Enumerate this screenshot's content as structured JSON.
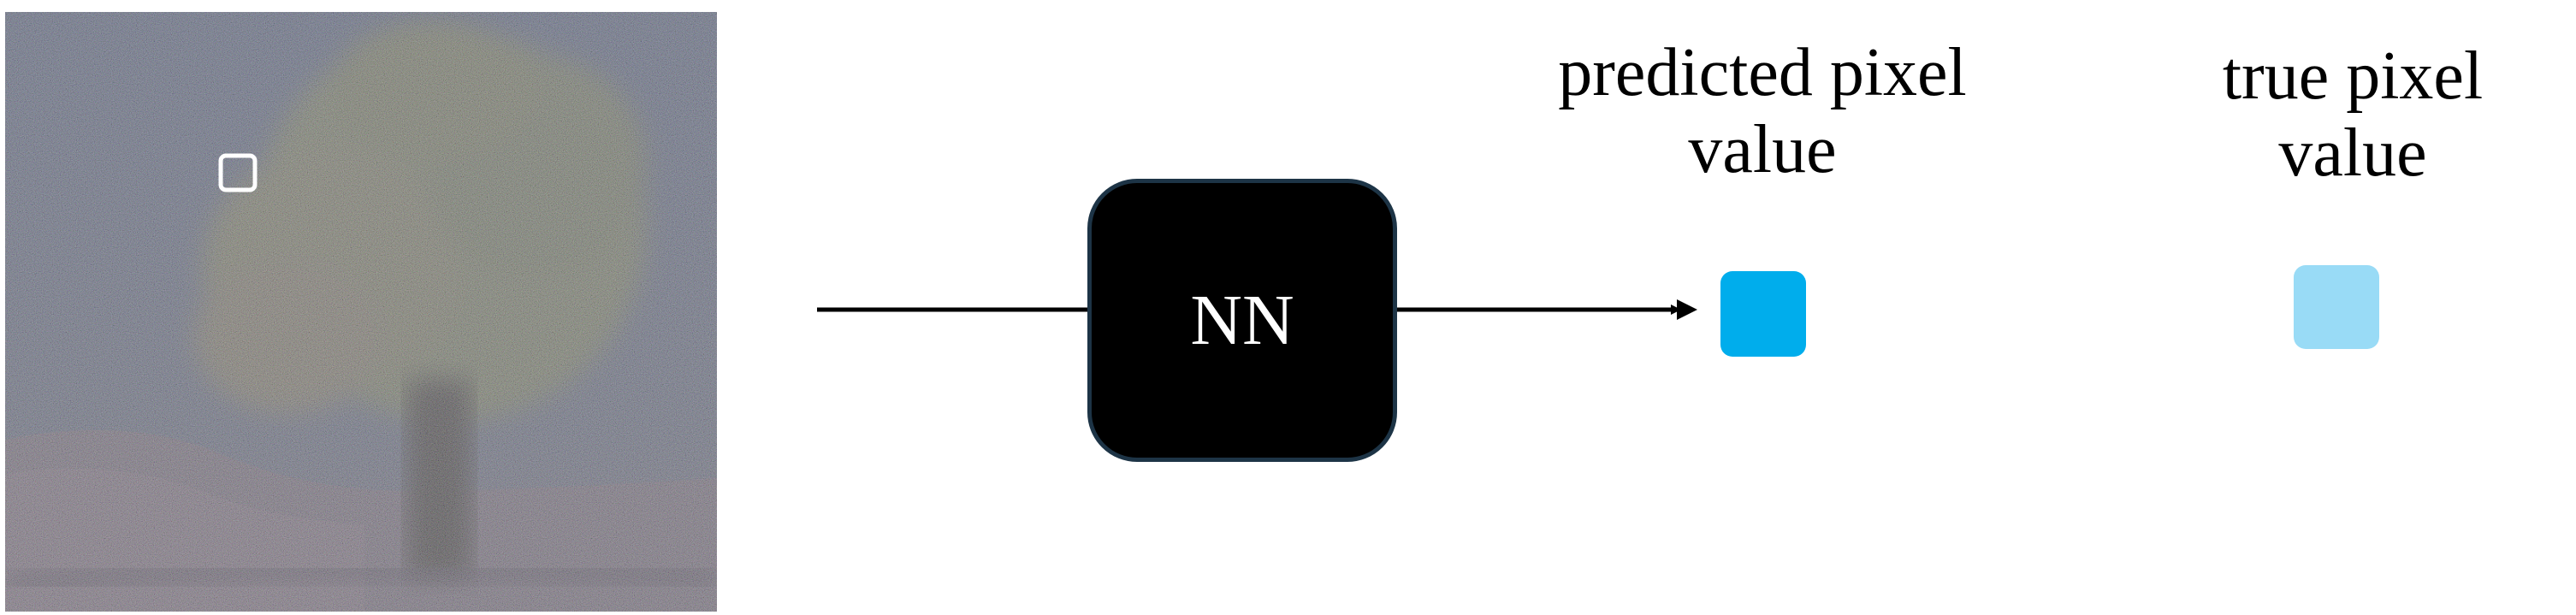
{
  "nn_box": {
    "label": "NN"
  },
  "captions": {
    "predicted": {
      "line1": "predicted pixel",
      "line2": "value"
    },
    "true": {
      "line1": "true pixel",
      "line2": "value"
    }
  },
  "colors": {
    "nn_fill": "#000000",
    "nn_border": "#1d3446",
    "predicted_pixel": "#00adec",
    "true_pixel": "#99dbf6",
    "arrow": "#000000",
    "patch_outline": "#ffffff"
  },
  "image": {
    "subject": "noisy photo of a tree on a snowy hill",
    "sky_color": "#5b6a7a",
    "tree_color": "#6b7560",
    "snow_color": "#6f6f78"
  }
}
